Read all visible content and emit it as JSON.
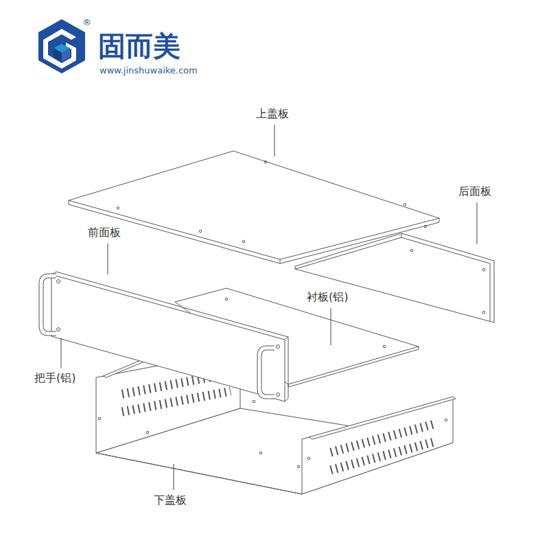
{
  "diagram": {
    "labels": [
      "固而美",
      "®",
      "www.jinshuwaike.com",
      "上盖板",
      "后面板",
      "前面板",
      "衬板(铝)",
      "把手(铝)",
      "下盖板"
    ]
  }
}
